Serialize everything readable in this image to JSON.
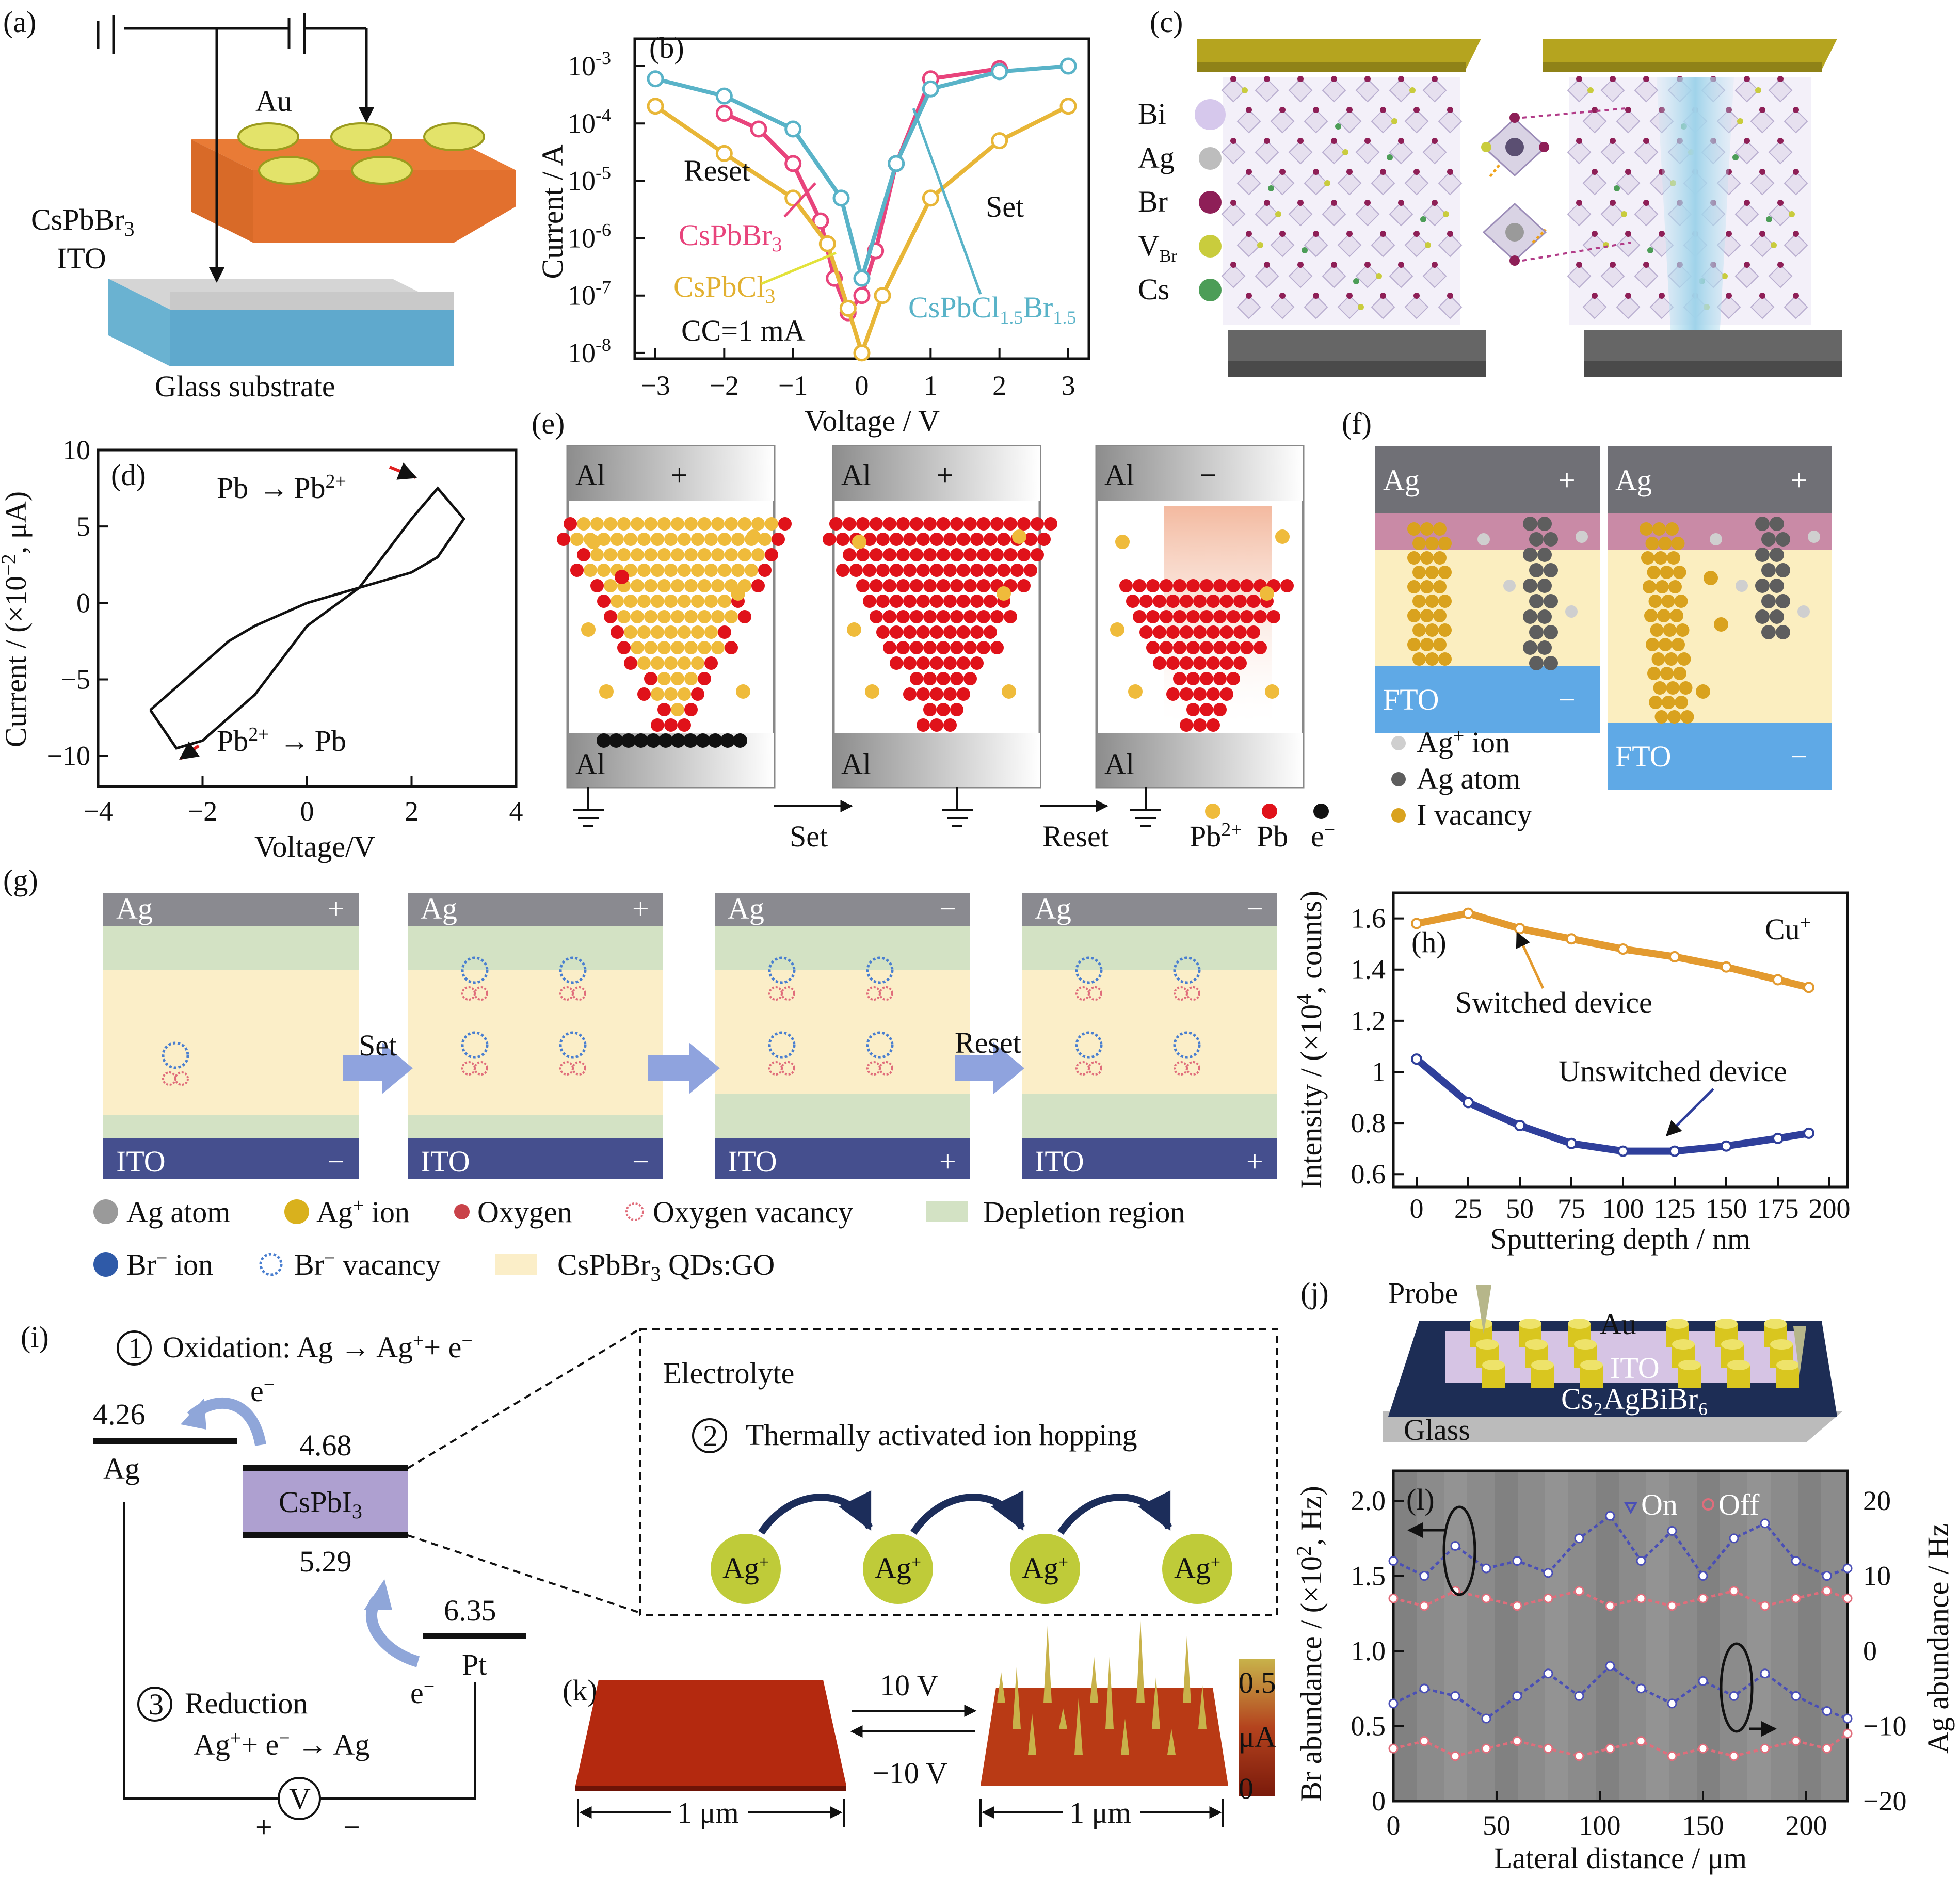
{
  "panels": {
    "a": {
      "tag": "(a)",
      "au": "Au",
      "cspbbr3": "CsPbBr",
      "cspbbr3_sub": "3",
      "ito": "ITO",
      "glass": "Glass substrate"
    },
    "b": {
      "tag": "(b)",
      "ylabel": "Current / A",
      "xlabel": "Voltage / V",
      "yticks": [
        "10",
        "10",
        "10",
        "10",
        "10",
        "10"
      ],
      "yexp": [
        "-3",
        "-4",
        "-5",
        "-6",
        "-7",
        "-8"
      ],
      "xticks": [
        "−3",
        "−2",
        "−1",
        "0",
        "1",
        "2",
        "3"
      ],
      "reset": "Reset",
      "set": "Set",
      "cspbbr3": "CsPbBr",
      "cspbbr3_sub": "3",
      "cspbcl3": "CsPbCl",
      "cspbcl3_sub": "3",
      "mixed": "CsPbCl",
      "mixed_sub1": "1.5",
      "mixed_mid": "Br",
      "mixed_sub2": "1.5",
      "cc": "CC=1 mA"
    },
    "c": {
      "tag": "(c)",
      "legend": [
        "Bi",
        "Ag",
        "Br",
        "V",
        "Cs"
      ],
      "vbr_sub": "Br",
      "legend_colors": [
        "#d6c8ec",
        "#bdbdbd",
        "#8e1f57",
        "#c9cc3d",
        "#4c9d57"
      ]
    },
    "d": {
      "tag": "(d)",
      "ylabel": "Current / (×10",
      "ylabel_sup": "−2",
      "ylabel_end": ", μA)",
      "xlabel": "Voltage/V",
      "ox": "Pb",
      "ox_to": "Pb",
      "ox_sup": "2+",
      "red_from": "Pb",
      "red_sup": "2+",
      "red_to": "Pb",
      "yticks": [
        "10",
        "5",
        "0",
        "−5",
        "−10"
      ],
      "xticks": [
        "−4",
        "−2",
        "0",
        "2",
        "4"
      ]
    },
    "e": {
      "tag": "(e)",
      "al": "Al",
      "plus": "+",
      "minus": "−",
      "set": "Set",
      "reset": "Reset",
      "legend_pb2": "Pb",
      "legend_pb2_sup": "2+",
      "legend_pb": "Pb",
      "legend_e": "e",
      "legend_e_sup": "−"
    },
    "f": {
      "tag": "(f)",
      "ag": "Ag",
      "fto": "FTO",
      "plus": "+",
      "minus": "−",
      "legend": [
        {
          "label": "Ag",
          "sup": "+",
          "rest": " ion",
          "color": "#cfcfcf"
        },
        {
          "label": "Ag atom",
          "sup": "",
          "rest": "",
          "color": "#5e5e5e"
        },
        {
          "label": "I vacancy",
          "sup": "",
          "rest": "",
          "color": "#d9a21e"
        }
      ]
    },
    "g": {
      "tag": "(g)",
      "ag": "Ag",
      "ito": "ITO",
      "plus": "+",
      "minus": "−",
      "set": "Set",
      "reset": "Reset",
      "legend1": [
        "Ag atom",
        "Ag",
        "Oxygen",
        "Oxygen vacancy",
        "Depletion region"
      ],
      "legend1_sup": "+",
      "legend1_rest": " ion",
      "legend2": [
        "Br",
        "Br",
        "CsPbBr"
      ],
      "legend2_sup": "−",
      "legend2_ion": " ion",
      "legend2_vac": " vacancy",
      "legend2_sub": "3",
      "legend2_rest": " QDs:GO"
    },
    "h": {
      "tag": "(h)",
      "ylabel": "Intensity / (×10",
      "ylabel_sup": "4",
      "ylabel_end": ", counts)",
      "xlabel": "Sputtering depth / nm",
      "cu": "Cu",
      "cu_sup": "+",
      "switched": "Switched device",
      "unswitched": "Unswitched device",
      "yticks": [
        "1.6",
        "1.4",
        "1.2",
        "1",
        "0.8",
        "0.6"
      ],
      "xticks": [
        "0",
        "25",
        "50",
        "75",
        "100",
        "125",
        "150",
        "175",
        "200"
      ]
    },
    "i": {
      "tag": "(i)",
      "step1_num": "1",
      "step1": "Oxidation: Ag → Ag",
      "step1_sup": "+",
      "step1_end": "+ e",
      "step1_sup2": "−",
      "ag_level": "4.26",
      "ag": "Ag",
      "cspbi3_top": "4.68",
      "cspbi3": "CsPbI",
      "cspbi3_sub": "3",
      "cspbi3_bot": "5.29",
      "pt_level": "6.35",
      "pt": "Pt",
      "e1": "e",
      "e2": "e",
      "e_sup": "−",
      "electrolyte": "Electrolyte",
      "step2_num": "2",
      "step2": "Thermally activated ion hopping",
      "ion": "Ag",
      "ion_sup": "+",
      "step3_num": "3",
      "step3": "Reduction",
      "step3_eq": "Ag",
      "step3_eq_sup": "+",
      "step3_eq_end": "+ e",
      "step3_eq_sup2": "−",
      "step3_eq_to": " → Ag",
      "v": "V",
      "plus": "+",
      "minus": "−"
    },
    "j": {
      "tag": "(j)",
      "probe": "Probe",
      "au": "Au",
      "ito": "ITO",
      "layer": "Cs₂AgBiBr₆",
      "glass": "Glass"
    },
    "k": {
      "tag": "(k)",
      "fwd": "10 V",
      "rev": "−10 V",
      "scale": "1 μm",
      "cb_top": "0.5",
      "cb_unit": "μA",
      "cb_bot": "0"
    },
    "l": {
      "tag": "(l)",
      "ylabel_left": "Br abundance / (×10",
      "ylabel_left_sup": "2",
      "ylabel_left_end": ", Hz)",
      "ylabel_right": "Ag abundance / Hz",
      "xlabel": "Lateral distance / μm",
      "on": "On",
      "off": "Off",
      "yticks_left": [
        "2.0",
        "1.5",
        "1.0",
        "0.5",
        "0"
      ],
      "yticks_right": [
        "20",
        "10",
        "0",
        "−10",
        "−20"
      ],
      "xticks": [
        "0",
        "50",
        "100",
        "150",
        "200"
      ]
    }
  },
  "chart_data": [
    {
      "panel": "b",
      "type": "line",
      "y_scale": "log",
      "xlim": [
        -3.3,
        3.3
      ],
      "ylim": [
        1e-08,
        0.003
      ],
      "xlabel": "Voltage / V",
      "ylabel": "Current / A",
      "series": [
        {
          "name": "CsPbBr3",
          "color": "#e8447c",
          "x": [
            -2.0,
            -1.5,
            -1.0,
            -0.6,
            -0.4,
            -0.2,
            0.0,
            0.2,
            0.5,
            1.0,
            2.0
          ],
          "y": [
            0.00015,
            8e-05,
            2e-05,
            2e-06,
            2e-07,
            5e-08,
            1e-07,
            6e-07,
            2e-05,
            0.0006,
            0.0009
          ]
        },
        {
          "name": "CsPbCl3",
          "color": "#e8b637",
          "x": [
            -3.0,
            -2.0,
            -1.0,
            -0.5,
            -0.2,
            0.0,
            0.3,
            1.0,
            2.0,
            3.0
          ],
          "y": [
            0.0002,
            3e-05,
            5e-06,
            8e-07,
            6e-08,
            1e-08,
            1e-07,
            5e-06,
            5e-05,
            0.0002
          ]
        },
        {
          "name": "CsPbCl1.5Br1.5",
          "color": "#59b3c8",
          "x": [
            -3.0,
            -2.0,
            -1.0,
            -0.3,
            0.0,
            0.5,
            1.0,
            2.0,
            3.0
          ],
          "y": [
            0.0006,
            0.0003,
            8e-05,
            5e-06,
            2e-07,
            2e-05,
            0.0004,
            0.0008,
            0.001
          ]
        }
      ]
    },
    {
      "panel": "d",
      "type": "line",
      "xlim": [
        -4,
        4
      ],
      "ylim": [
        -12,
        10
      ],
      "xlabel": "Voltage/V",
      "series": [
        {
          "name": "",
          "color": "#111111",
          "x": [
            -3.0,
            -2.5,
            -2.0,
            -1.0,
            0.0,
            1.0,
            2.0,
            2.5,
            3.0,
            2.5,
            2.0,
            1.0,
            0.0,
            -1.0,
            -1.5,
            -2.5,
            -3.0
          ],
          "y": [
            -7.0,
            -9.5,
            -9.0,
            -6.0,
            -1.5,
            1.0,
            5.5,
            7.5,
            5.5,
            3.0,
            2.0,
            1.0,
            0.0,
            -1.5,
            -2.5,
            -5.5,
            -7.0
          ]
        }
      ]
    },
    {
      "panel": "h",
      "type": "line",
      "xlim": [
        0,
        200
      ],
      "ylim": [
        0.6,
        1.7
      ],
      "xlabel": "Sputtering depth / nm",
      "series": [
        {
          "name": "Switched device",
          "color": "#e39a2f",
          "x": [
            0,
            25,
            50,
            75,
            100,
            125,
            150,
            175,
            190
          ],
          "y": [
            1.58,
            1.62,
            1.56,
            1.52,
            1.48,
            1.45,
            1.41,
            1.36,
            1.33
          ]
        },
        {
          "name": "Unswitched device",
          "color": "#2f3f9b",
          "x": [
            0,
            25,
            50,
            75,
            100,
            125,
            150,
            175,
            190
          ],
          "y": [
            1.05,
            0.88,
            0.79,
            0.72,
            0.69,
            0.69,
            0.71,
            0.74,
            0.76
          ]
        }
      ]
    },
    {
      "panel": "l",
      "type": "line",
      "xlim": [
        0,
        220
      ],
      "ylim": [
        0,
        2.2
      ],
      "xlabel": "Lateral distance / μm",
      "series": [
        {
          "name": "On",
          "color": "#4a4fb6",
          "x": [
            0,
            15,
            30,
            45,
            60,
            75,
            90,
            105,
            120,
            135,
            150,
            165,
            180,
            195,
            210,
            220
          ],
          "y": [
            1.6,
            1.5,
            1.7,
            1.55,
            1.6,
            1.52,
            1.75,
            1.9,
            1.6,
            1.8,
            1.5,
            1.75,
            1.85,
            1.6,
            1.5,
            1.55
          ]
        },
        {
          "name": "Off",
          "color": "#e06d7b",
          "x": [
            0,
            15,
            30,
            45,
            60,
            75,
            90,
            105,
            120,
            135,
            150,
            165,
            180,
            195,
            210,
            220
          ],
          "y": [
            1.35,
            1.3,
            1.4,
            1.35,
            1.3,
            1.35,
            1.4,
            1.3,
            1.35,
            1.3,
            1.35,
            1.4,
            1.3,
            1.35,
            1.4,
            1.35
          ]
        },
        {
          "name": "On",
          "color": "#4a4fb6",
          "x": [
            0,
            15,
            30,
            45,
            60,
            75,
            90,
            105,
            120,
            135,
            150,
            165,
            180,
            195,
            210,
            220
          ],
          "y": [
            0.65,
            0.75,
            0.7,
            0.55,
            0.7,
            0.85,
            0.7,
            0.9,
            0.75,
            0.65,
            0.8,
            0.7,
            0.85,
            0.7,
            0.6,
            0.55
          ]
        },
        {
          "name": "Off",
          "color": "#e06d7b",
          "x": [
            0,
            15,
            30,
            45,
            60,
            75,
            90,
            105,
            120,
            135,
            150,
            165,
            180,
            195,
            210,
            220
          ],
          "y": [
            0.35,
            0.4,
            0.3,
            0.35,
            0.4,
            0.35,
            0.3,
            0.35,
            0.4,
            0.3,
            0.35,
            0.3,
            0.35,
            0.4,
            0.35,
            0.45
          ]
        }
      ]
    }
  ]
}
